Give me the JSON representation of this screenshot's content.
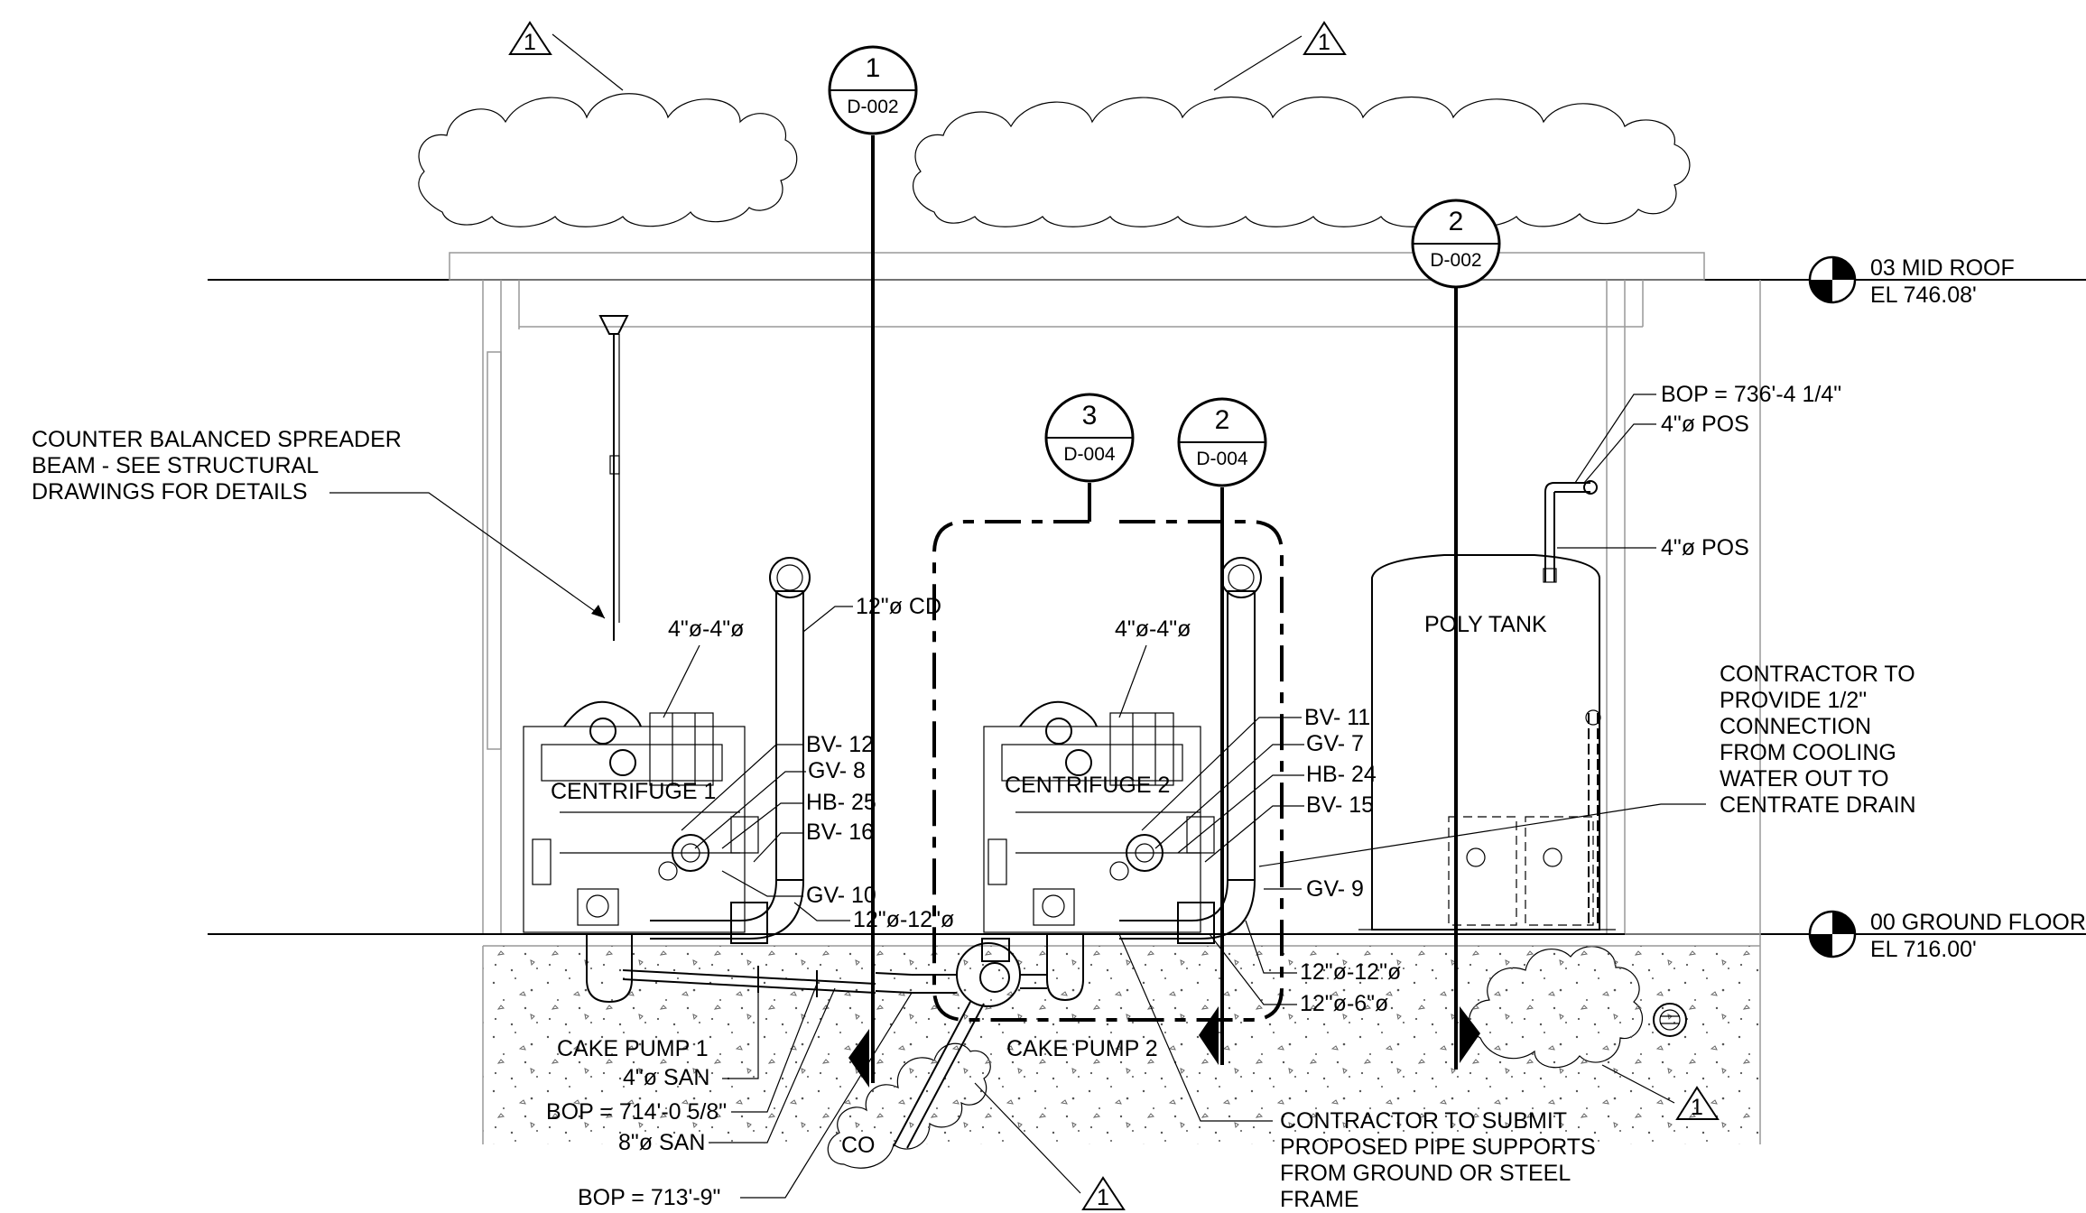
{
  "levels": [
    {
      "name": "03 MID ROOF",
      "elevation": "EL 746.08'"
    },
    {
      "name": "00 GROUND FLOOR",
      "elevation": "EL 716.00'"
    }
  ],
  "section_markers": [
    {
      "number": "1",
      "sheet": "D-002"
    },
    {
      "number": "2",
      "sheet": "D-002"
    },
    {
      "number": "3",
      "sheet": "D-004"
    },
    {
      "number": "2",
      "sheet": "D-004"
    }
  ],
  "revision_tag": "1",
  "notes": {
    "spreader_beam": [
      "COUNTER BALANCED SPREADER",
      "BEAM - SEE STRUCTURAL",
      "DRAWINGS FOR DETAILS"
    ],
    "cooling_water": [
      "CONTRACTOR TO",
      "PROVIDE 1/2\"",
      "CONNECTION",
      "FROM COOLING",
      "WATER OUT TO",
      "CENTRATE DRAIN"
    ],
    "pipe_supports": [
      "CONTRACTOR TO SUBMIT",
      "PROPOSED PIPE SUPPORTS",
      "FROM GROUND OR STEEL",
      "FRAME"
    ]
  },
  "equipment": {
    "centrifuge_1": "CENTRIFUGE 1",
    "centrifuge_2": "CENTRIFUGE 2",
    "cake_pump_1": "CAKE PUMP 1",
    "cake_pump_2": "CAKE PUMP 2",
    "poly_tank": "POLY TANK"
  },
  "callouts": {
    "cd_12": "12\"ø CD",
    "reducer_4_4_a": "4\"ø-4\"ø",
    "reducer_4_4_b": "4\"ø-4\"ø",
    "bv12": "BV- 12",
    "gv8": "GV- 8",
    "hb25": "HB- 25",
    "bv16": "BV- 16",
    "gv10": "GV- 10",
    "red_12_12_a": "12\"ø-12\"ø",
    "bv11": "BV- 11",
    "gv7": "GV- 7",
    "hb24": "HB- 24",
    "bv15": "BV- 15",
    "gv9": "GV- 9",
    "red_12_12_b": "12\"ø-12\"ø",
    "red_12_6": "12\"ø-6\"ø",
    "bop_736": "BOP = 736'-4 1/4\"",
    "pos_4_a": "4\"ø POS",
    "pos_4_b": "4\"ø POS",
    "san_4": "4\"ø SAN",
    "bop_714": "BOP = 714'-0 5/8\"",
    "san_8": "8\"ø SAN",
    "bop_713": "BOP = 713'-9\"",
    "co": "CO"
  }
}
